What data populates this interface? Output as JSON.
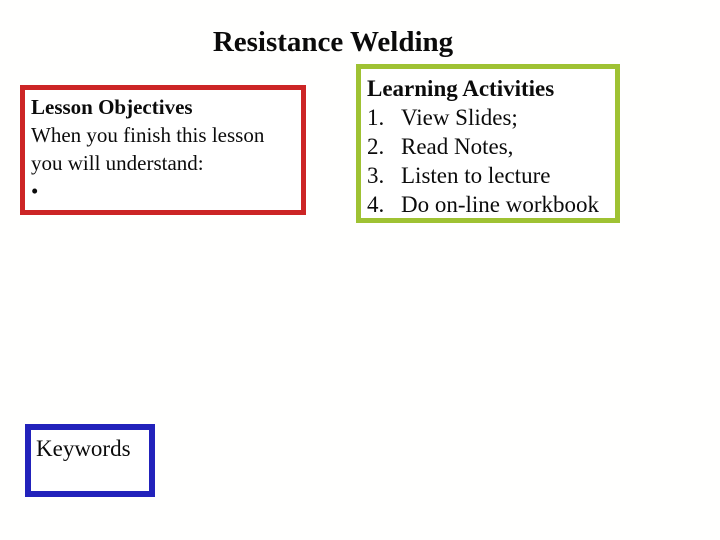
{
  "slide": {
    "title": "Resistance Welding",
    "objectives_box": {
      "heading": "Lesson Objectives",
      "line1": "When you finish this lesson",
      "line2": "you will understand:",
      "bullet": "•",
      "border_color": "#cc2525"
    },
    "activities_box": {
      "heading": "Learning Activities",
      "items": [
        {
          "num": "1.",
          "text": "View Slides;"
        },
        {
          "num": "2.",
          "text": "Read Notes,"
        },
        {
          "num": "3.",
          "text": "Listen to lecture"
        },
        {
          "num": "4.",
          "text": "Do on-line workbook"
        }
      ],
      "border_color": "#9fc233"
    },
    "keywords_box": {
      "heading": "Keywords",
      "border_color": "#2222bb"
    },
    "colors": {
      "background": "#ffffff",
      "text": "#0b0b0b"
    }
  }
}
